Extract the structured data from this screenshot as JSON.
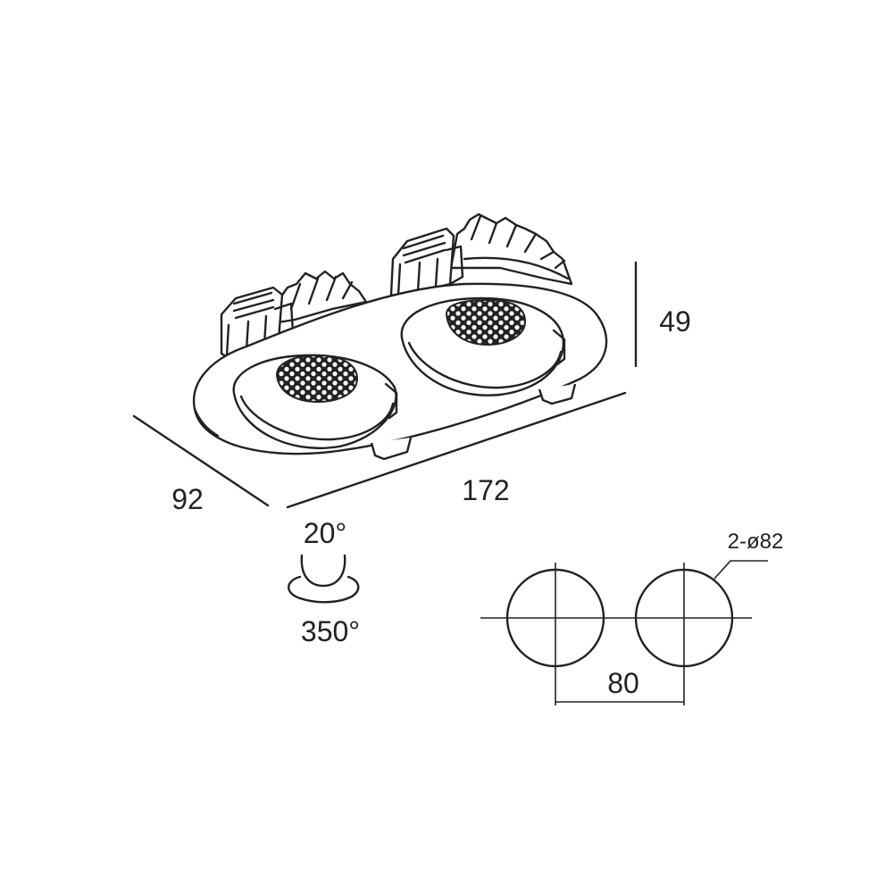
{
  "dimensions": {
    "length": "172",
    "depth": "92",
    "height": "49"
  },
  "rotation": {
    "tilt": "20°",
    "rotate": "350°"
  },
  "cutout": {
    "holes": "2-ø82",
    "spacing": "80"
  },
  "colors": {
    "line": "#222222",
    "background": "#ffffff"
  }
}
